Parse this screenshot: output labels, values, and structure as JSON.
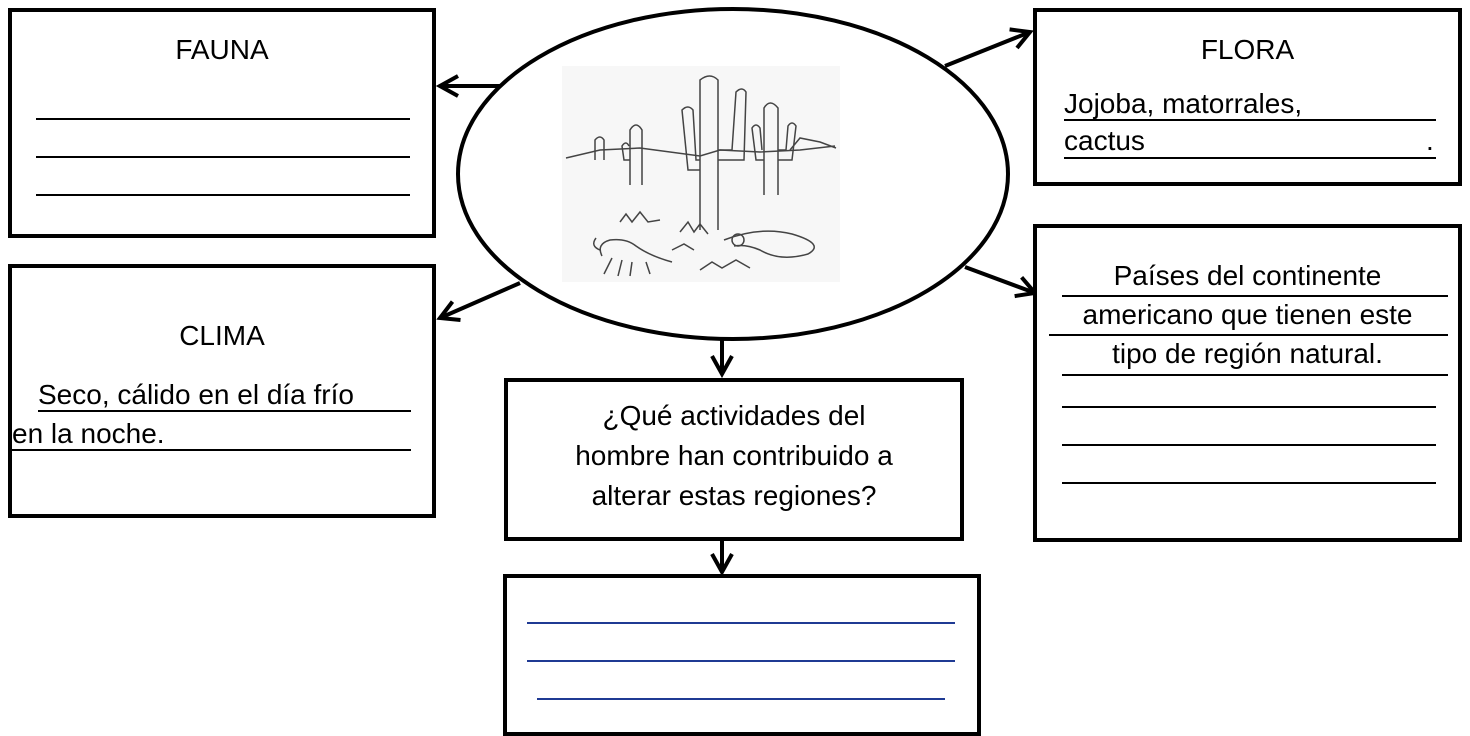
{
  "fauna": {
    "title": "FAUNA"
  },
  "flora": {
    "title": "FLORA",
    "line1": "Jojoba, matorrales, ",
    "line2_word": "cactus",
    "line2_end": "."
  },
  "clima": {
    "title": "CLIMA",
    "line1": "Seco, cálido en el día frío",
    "line2": "en la noche."
  },
  "paises": {
    "line1": "Países del continente",
    "line2": "americano que tienen este",
    "line3": "tipo de región natural."
  },
  "question": {
    "line1": "¿Qué actividades del",
    "line2": "hombre han contribuido a",
    "line3": "alterar estas regiones?"
  },
  "center": {
    "image": "desert-illustration"
  },
  "colors": {
    "stroke": "#000000",
    "answer_line": "#1f3a93"
  }
}
